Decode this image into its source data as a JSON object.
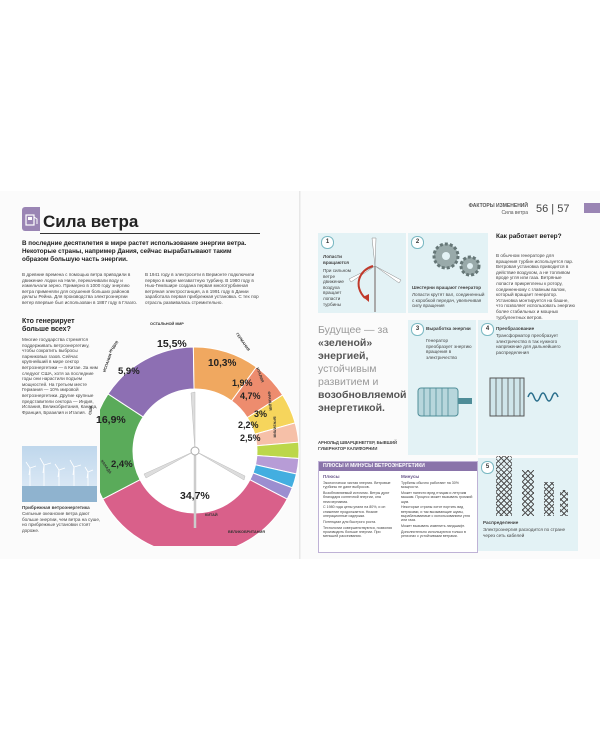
{
  "header": {
    "section": "ФАКТОРЫ ИЗМЕНЕНИЙ",
    "subsection": "Сила ветра",
    "pages": "56 | 57"
  },
  "left": {
    "title": "Сила ветра",
    "lead": "В последние десятилетия в мире растет использование энергии ветра. Некоторые страны, например Дания, сейчас вырабатывают таким образом большую часть энергии.",
    "col1": "В древние времена с помощью ветра приводили в движение лодки на Ниле, перекачивали воду и измельчали зерно. Примерно в 1000 году энергию ветра применяли для осушения больших районов дельты Рейна. Для производства электроэнергии ветер впервые был использован в 1887 году в Глазго.",
    "col2": "В 1941 году в электросети в Вермонте подключили первую в мире мегаваттную турбину. В 1980 году в Нью-Гемпшире создана первая многотурбинная ветряная электростанция, а в 1991 году в Дании заработала первая прибрежная установка. С тех пор отрасль развивалась стремительно.",
    "who_title": "Кто генерирует больше всех?",
    "who_text": "Многие государства стремятся поддерживать ветроэнергетику, чтобы сократить выбросы парниковых газов. Сейчас крупнейший в мире сектор ветроэнергетики — в Китае. За ним следуют США, хотя за последние годы они нарастили подъем мощностей. На третьем месте Германия — 10% мировой ветроэнергетики. Другие крупные представители сектора — Индия, Испания, Великобритания, Канада, Франция, Бразилия и Италия.",
    "photo_title": "Прибрежная ветроэнергетика",
    "photo_text": "Сильные океанские ветра дают больше энергии, чем ветра на суше, но прибрежные установки стоят дороже."
  },
  "chart_data": {
    "type": "pie",
    "values": [
      34.7,
      16.9,
      15.5,
      10.3,
      5.9,
      4.7,
      3.0,
      2.5,
      2.4,
      2.2,
      1.9
    ],
    "value_labels": [
      "34,7%",
      "16,9%",
      "15,5%",
      "10,3%",
      "5,9%",
      "4,7%",
      "3%",
      "2,5%",
      "2,4%",
      "2,2%",
      "1,9%"
    ],
    "country_labels": [
      "ОСТАЛЬНОЙ МИР",
      "ГЕРМАНИЯ",
      "ИНДИЯ",
      "ИСПАНИЯ",
      "ИТАЛИЯ",
      "ВЕЛИКОБРИТАНИЯ",
      "КИТАЙ",
      "КАНАДА",
      "США",
      "ФРАНЦИЯ",
      "БРАЗИЛИЯ"
    ],
    "colors": [
      "#d9608a",
      "#5aab5a",
      "#8d6fb3",
      "#f0a860",
      "#ed8c6e",
      "#f6d55c",
      "#f6c0a8",
      "#bcd74a",
      "#b79cd6",
      "#43aee0",
      "#9b8ed0"
    ]
  },
  "right": {
    "step1_label": "Лопасти вращаются",
    "step1_text": "При сильном ветре движение воздуха вращает лопасти турбины",
    "step2_label": "Шестерни вращают генератор",
    "step2_text": "Лопасти крутят вал, соединенный с коробкой передач, увеличивая силу вращения",
    "step3_label": "Выработка энергии",
    "step3_text": "Генератор преобразует энергию вращения в электричество",
    "step4_label": "Преобразование",
    "step4_text": "Трансформатор преобразует электричество в так нужного напряжение для дальнейшего распределения",
    "step5_label": "Распределение",
    "step5_text": "Электроэнергия расходится по стране через сеть кабелей",
    "how_title": "Как работает ветер?",
    "how_text": "В обычном генераторе для вращения турбин используется пар. Ветровая установка приводится в действие воздухом, а не топливом вроде угля или газа. Ветряные лопасти прикреплены к ротору, соединенному с главным валом, который вращает генератор. Установка монтируется на башне, что позволяет использовать энергию более стабильных и мощных турбулентных ветров.",
    "quote_1": "Будущее —",
    "quote_2": "за",
    "quote_em1": "«зеленой»",
    "quote_em2": "энергией,",
    "quote_3": "устойчивым развитием и",
    "quote_em3": "возобновляемой энергетикой.",
    "quote_author": "АРНОЛЬД ШВАРЦЕНЕГГЕР, БЫВШИЙ ГУБЕРНАТОР КАЛИФОРНИИ",
    "pros_title": "ПЛЮСЫ И МИНУСЫ ВЕТРОЭНЕРГЕТИКИ",
    "pros_head": "Плюсы",
    "cons_head": "Минусы",
    "pros": [
      "Экологически чистая энергия. Ветровые турбины не дают выбросов.",
      "Возобновляемый источник. Ветры дуют благодаря солнечной энергии, она неисчерпаема.",
      "С 1980 года цены упали на 80%, и он снижение продолжается. Низкие операционные издержки.",
      "Потенциал для быстрого роста.",
      "Технологии совершенствуются, позволяя производить больше энергии. При меньшей рассеивания."
    ],
    "cons": [
      "Турбины обычно работают на 30% мощности.",
      "Может нанести вред птицам и летучим мышам. Процесс может вызывать громкий шум.",
      "Некоторые страны хотят портить вид ветряками, и так вызывающие шумы, вырабатываемые с использованием угля или газа.",
      "Может вызывать изменить ландшафт.",
      "Дополнительно используются только в регионах с устойчивыми ветрами."
    ]
  }
}
